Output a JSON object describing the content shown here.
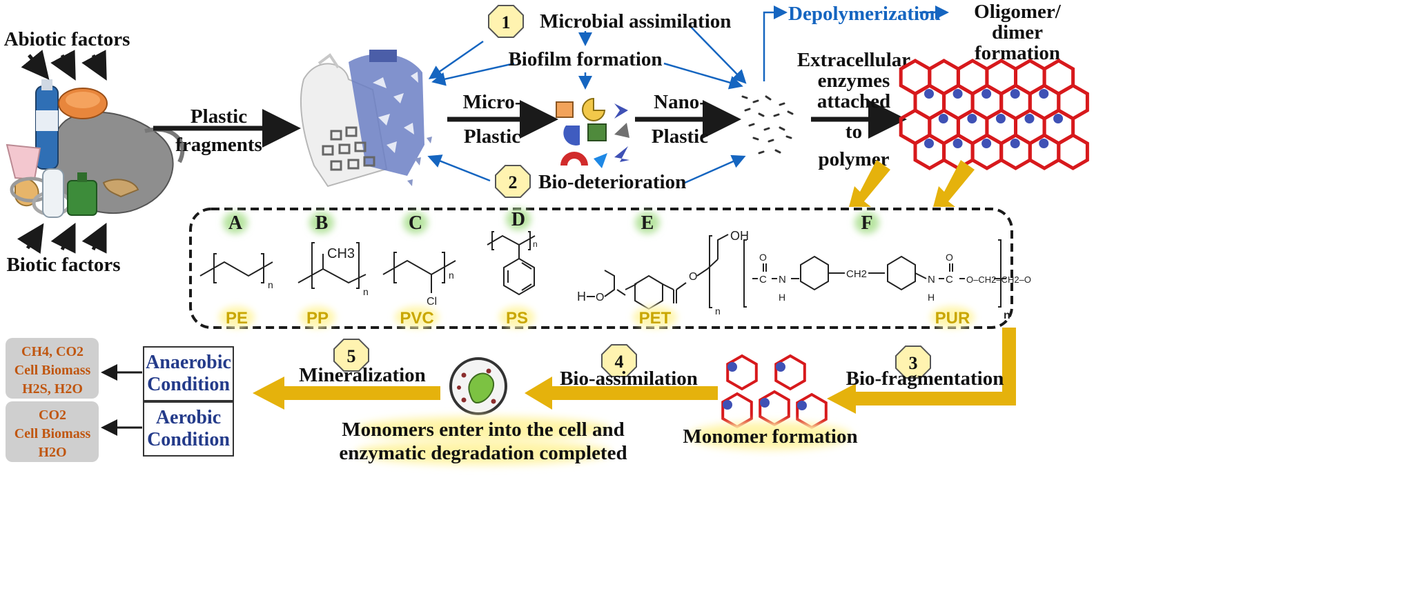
{
  "inputs": {
    "abiotic": "Abiotic factors",
    "biotic": "Biotic factors"
  },
  "flow": {
    "plastic_fragments": [
      "Plastic",
      "fragments"
    ],
    "micro_plastic": [
      "Micro-",
      "Plastic"
    ],
    "nano_plastic": [
      "Nano-",
      "Plastic"
    ],
    "extracellular": [
      "Extracellular",
      "enzymes",
      "attached",
      "to",
      "polymer"
    ],
    "depolymerization": "Depolymerization",
    "oligomer": [
      "Oligomer/",
      "dimer",
      "formation"
    ]
  },
  "steps": [
    {
      "num": "1",
      "label": "Microbial assimilation"
    },
    {
      "num": "2",
      "label": "Bio-deterioration"
    },
    {
      "num": "3",
      "label": "Bio-fragmentation"
    },
    {
      "num": "4",
      "label": "Bio-assimilation"
    },
    {
      "num": "5",
      "label": "Mineralization"
    }
  ],
  "biofilm": "Biofilm formation",
  "polymers": [
    {
      "letter": "A",
      "abbr": "PE"
    },
    {
      "letter": "B",
      "abbr": "PP"
    },
    {
      "letter": "C",
      "abbr": "PVC"
    },
    {
      "letter": "D",
      "abbr": "PS"
    },
    {
      "letter": "E",
      "abbr": "PET"
    },
    {
      "letter": "F",
      "abbr": "PUR"
    }
  ],
  "chem_text": {
    "n": "n",
    "ch3": "CH3",
    "cl": "Cl",
    "oh": "OH",
    "h": "H",
    "o": "O",
    "c": "C",
    "nh": "N",
    "ch2": "CH2",
    "pur_tail": "O–CH2–CH2–O"
  },
  "monomer_formation": "Monomer formation",
  "monomers_enter": [
    "Monomers enter into the cell and",
    "enzymatic degradation completed"
  ],
  "conditions": {
    "anaerobic": [
      "Anaerobic",
      "Condition"
    ],
    "aerobic": [
      "Aerobic",
      "Condition"
    ]
  },
  "products": {
    "anaerobic": [
      "CH4, CO2",
      "Cell Biomass",
      "H2S, H2O"
    ],
    "aerobic": [
      "CO2",
      "Cell Biomass",
      "H2O"
    ]
  },
  "colors": {
    "arrow_blue": "#1565c0",
    "arrow_gold": "#e5b20c",
    "hex_red": "#d7191c",
    "dot_blue": "#3f51b5",
    "badge_fill": "#fff3b0",
    "product_text": "#c0560f",
    "condition_text": "#243b8a"
  }
}
